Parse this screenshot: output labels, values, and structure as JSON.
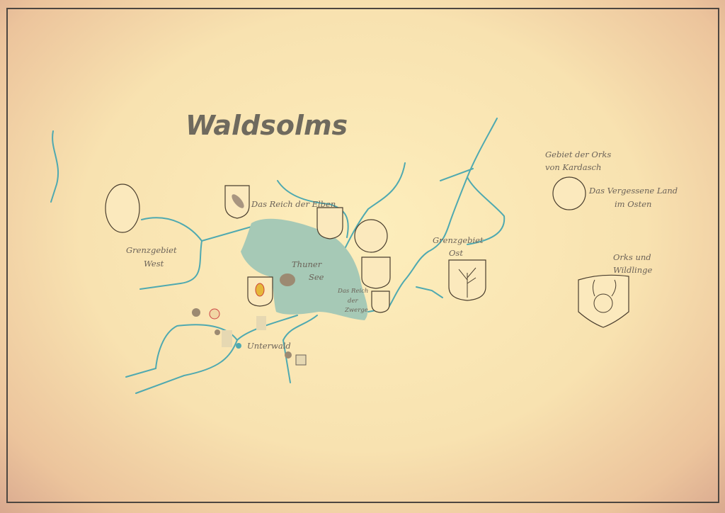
{
  "map": {
    "title": "Waldsolms",
    "labels": {
      "elves": "Das Reich der Elben",
      "west_1": "Grenzgebiet",
      "west_2": "West",
      "lake_1": "Thuner",
      "lake_2": "See",
      "dwarves_1": "Das Reich",
      "dwarves_2": "der",
      "dwarves_3": "Zwerge",
      "east_1": "Grenzgebiet",
      "east_2": "Ost",
      "unterwald": "Unterwald",
      "kardasch_1": "Gebiet der Orks",
      "kardasch_2": "von Kardasch",
      "forgotten_1": "Das Vergessene Land",
      "forgotten_2": "im Osten",
      "orcs_1": "Orks und",
      "orcs_2": "Wildlinge"
    },
    "colors": {
      "river": "#4fa9b0",
      "lake": "#a6c9b6",
      "ink": "#6b6258"
    }
  }
}
